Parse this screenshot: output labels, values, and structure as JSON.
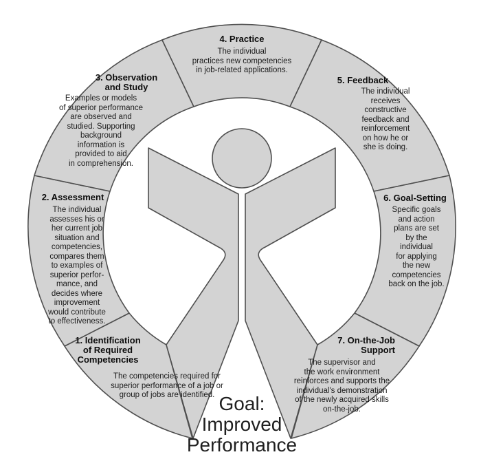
{
  "diagram": {
    "goal_label": "Goal:\nImproved\nPerformance",
    "figure_icon": "person-arms-raised-icon",
    "colors": {
      "segment_fill": "#d3d3d3",
      "outline": "#4f4f4f",
      "text": "#141414",
      "background": "#ffffff"
    },
    "segments": [
      {
        "title": "1. Identification\nof Required\nCompetencies",
        "body": "The competencies required for\nsuperior performance of a job or\ngroup of jobs are identified."
      },
      {
        "title": "2. Assessment",
        "body": "The individual\nassesses his or\nher current job\nsituation and\ncompetencies,\ncompares them\nto examples of\nsuperior perfor-\nmance, and\ndecides where\nimprovement\nwould contribute\nto effectiveness."
      },
      {
        "title": "3. Observation\nand Study",
        "body": "Examples or models\nof superior performance\nare observed and\nstudied. Supporting\nbackground\ninformation is\nprovided to aid\nin comprehension."
      },
      {
        "title": "4. Practice",
        "body": "The individual\npractices new competencies\nin job-related applications."
      },
      {
        "title": "5. Feedback",
        "body": "The individual\nreceives\nconstructive\nfeedback and\nreinforcement\non how he or\nshe is doing."
      },
      {
        "title": "6. Goal-Setting",
        "body": "Specific goals\nand action\nplans are set\nby the\nindividual\nfor applying\nthe new\ncompetencies\nback on the job."
      },
      {
        "title": "7. On-the-Job\nSupport",
        "body": "The supervisor and\nthe work environment\nreinforces and supports the\nindividual's demonstration\nof the newly acquired skills\non-the-job."
      }
    ]
  }
}
